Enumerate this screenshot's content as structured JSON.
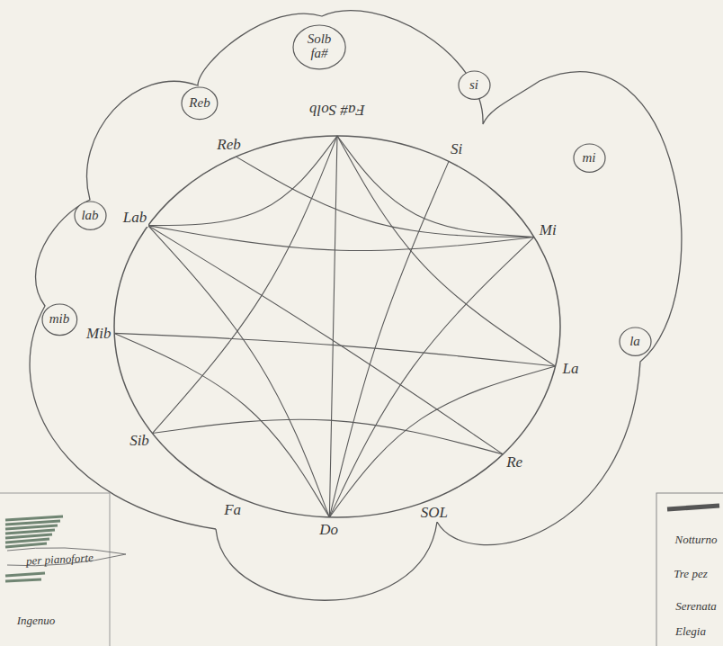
{
  "diagram": {
    "nodes": [
      {
        "text": [
          "Solb fa#"
        ]
      },
      {
        "text": [
          "si"
        ]
      },
      {
        "text": [
          "mi"
        ]
      },
      {
        "text": [
          "la"
        ]
      },
      {
        "text": [
          "Reb"
        ]
      },
      {
        "text": [
          "lab"
        ]
      },
      {
        "text": [
          "mib"
        ]
      }
    ],
    "labels": [
      "Fa# Solb",
      "Si",
      "Mi",
      "La",
      "Re",
      "SOL",
      "Do",
      "Fa",
      "Sib",
      "Mib",
      "Lab",
      "Reb",
      "per pianoforte",
      "Ingenuo",
      "Notturno",
      "Tre pez",
      "Serenata",
      "Elegia"
    ]
  }
}
